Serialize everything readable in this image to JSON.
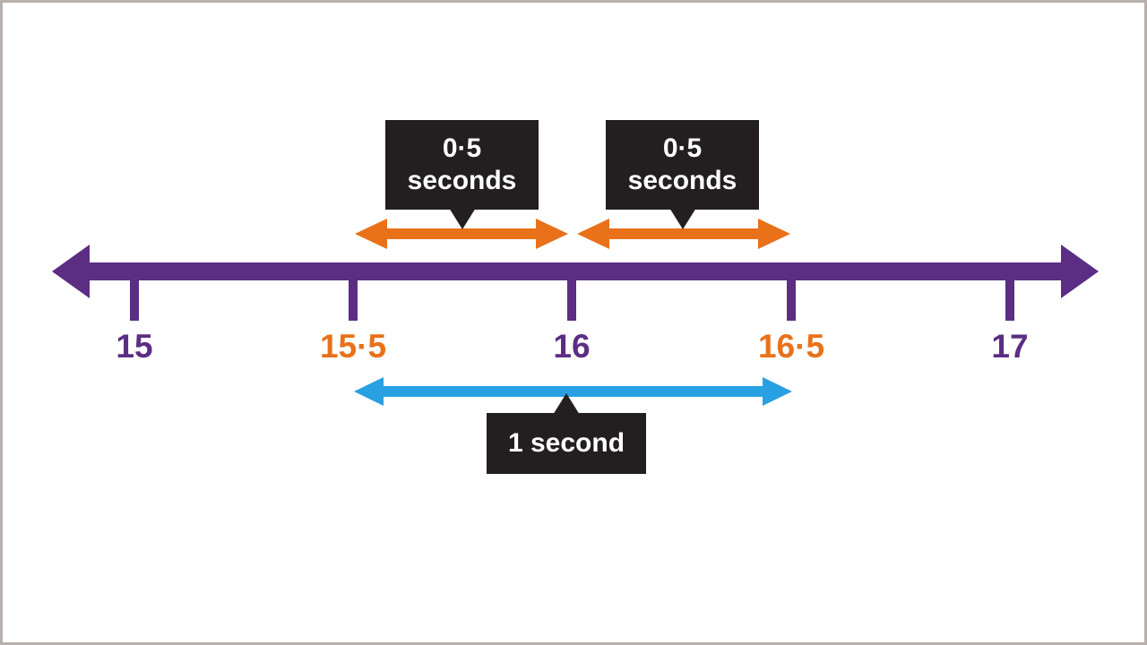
{
  "colors": {
    "purple": "#5b2e84",
    "orange": "#e8711a",
    "blue": "#29a0e2",
    "box": "#231f20",
    "text_light": "#ffffff",
    "frame": "#b7b0ac"
  },
  "number_line": {
    "ticks": [
      {
        "label": "15",
        "emphasis": "purple"
      },
      {
        "label": "15·5",
        "emphasis": "orange"
      },
      {
        "label": "16",
        "emphasis": "purple"
      },
      {
        "label": "16·5",
        "emphasis": "orange"
      },
      {
        "label": "17",
        "emphasis": "purple"
      }
    ]
  },
  "callouts": {
    "half_second_left": {
      "line1": "0·5",
      "line2": "seconds"
    },
    "half_second_right": {
      "line1": "0·5",
      "line2": "seconds"
    },
    "one_second": {
      "label": "1 second"
    }
  },
  "intervals": {
    "left_half": {
      "from": "15·5",
      "to": "16",
      "label": "0·5 seconds",
      "color": "orange"
    },
    "right_half": {
      "from": "16",
      "to": "16·5",
      "label": "0·5 seconds",
      "color": "orange"
    },
    "whole": {
      "from": "15·5",
      "to": "16·5",
      "label": "1 second",
      "color": "blue"
    }
  }
}
